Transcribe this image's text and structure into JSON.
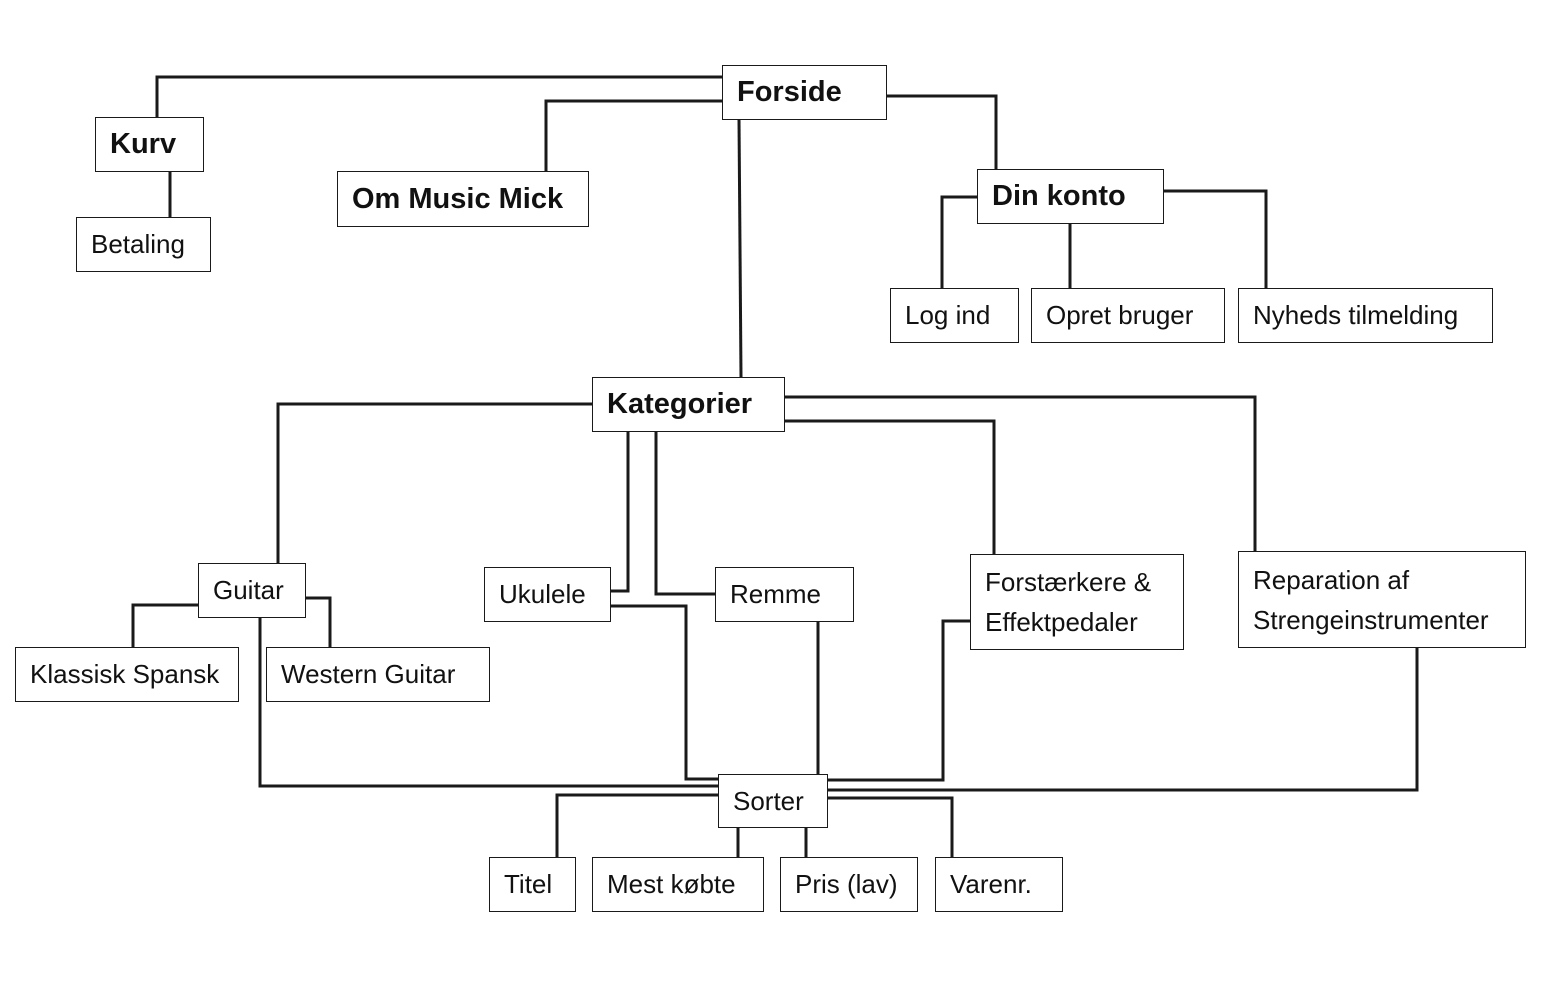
{
  "sitemap": {
    "forside": "Forside",
    "kurv": "Kurv",
    "betaling": "Betaling",
    "om": "Om Music Mick",
    "din_konto": "Din konto",
    "log_ind": "Log ind",
    "opret_bruger": "Opret bruger",
    "nyheds_tilmelding": "Nyheds tilmelding",
    "kategorier": "Kategorier",
    "guitar": "Guitar",
    "klassisk_spansk": "Klassisk Spansk",
    "western_guitar": "Western Guitar",
    "ukulele": "Ukulele",
    "remme": "Remme",
    "forstaerkere_line1": "Forstærkere &",
    "forstaerkere_line2": "Effektpedaler",
    "reparation_line1": "Reparation af",
    "reparation_line2": "Strengeinstrumenter",
    "sorter": "Sorter",
    "titel": "Titel",
    "mest_kobte": "Mest købte",
    "pris_lav": "Pris (lav)",
    "varenr": "Varenr."
  },
  "colors": {
    "line": "#1a1a1a",
    "box_border": "#1a1a1a",
    "text": "#111111",
    "background": "#ffffff"
  }
}
